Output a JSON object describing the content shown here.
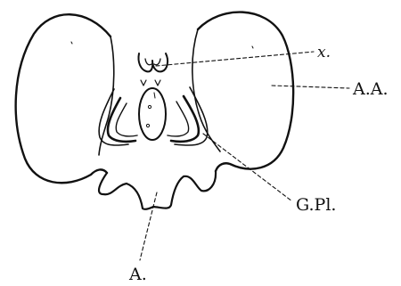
{
  "labels": {
    "x": "x.",
    "aa": "A.A.",
    "gpl": "G.Pl.",
    "a": "A."
  }
}
